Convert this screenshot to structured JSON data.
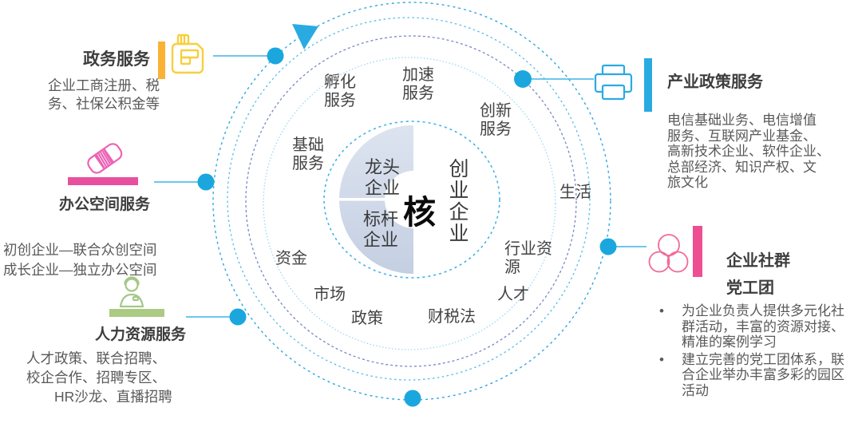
{
  "colors": {
    "accent_blue": "#29abe2",
    "dot_blue": "#1ba7de",
    "yellow_bar": "#f9b233",
    "yellow_icon": "#f7cf3e",
    "pink_bar": "#e8509e",
    "pink_bar_right": "#ee4f92",
    "green_bar": "#abcb84",
    "pie_fill": "#ccd5e6",
    "ring_purple": "#7b86c9",
    "ring_light": "#9bd8f3"
  },
  "diagram": {
    "core": "核",
    "segment_leader": "龙头\n企业",
    "segment_benchmark": "标杆\n企业",
    "segment_startup": "创\n业\n企\n业",
    "ring_labels": [
      "孵化\n服务",
      "加速\n服务",
      "创新\n服务",
      "基础\n服务",
      "资金",
      "市场",
      "政策",
      "财税法",
      "人才",
      "行业资\n源",
      "生活"
    ]
  },
  "panels": {
    "government": {
      "title": "政务服务",
      "body": "企业工商注册、税\n务、社保公积金等"
    },
    "office_space": {
      "title": "办公空间服务",
      "body": "初创企业—联合众创空间\n成长企业—独立办公空间"
    },
    "human_resources": {
      "title": "人力资源服务",
      "body": "人才政策、联合招聘、\n校企合作、招聘专区、\n　　HR沙龙、直播招聘"
    },
    "industry_policy": {
      "title": "产业政策服务",
      "body": "电信基础业务、电信增值\n服务、互联网产业基金、\n高新技术企业、软件企业、\n总部经济、知识产权、文\n旅文化"
    },
    "community": {
      "title_line1": "企业社群",
      "title_line2": "党工团",
      "bullets": [
        "为企业负责人提供多元化社群活动，丰富的资源对接、精准的案例学习",
        "建立完善的党工团体系，联合企业举办丰富多彩的园区活动"
      ]
    }
  }
}
